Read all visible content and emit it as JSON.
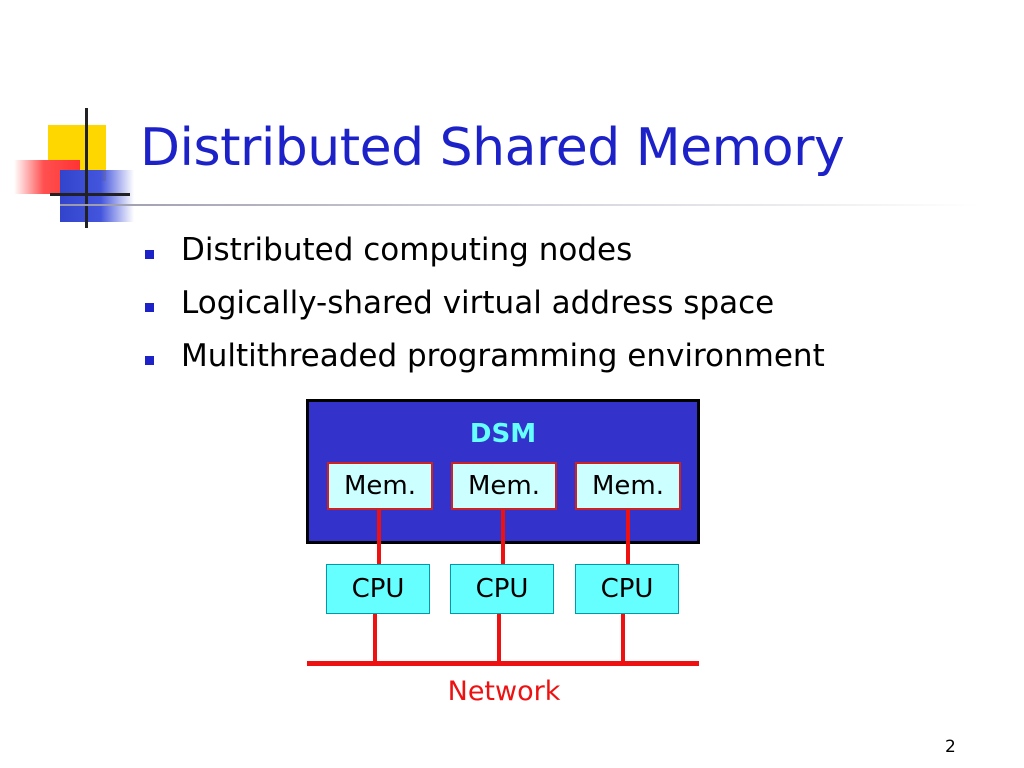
{
  "slide": {
    "title": "Distributed Shared Memory",
    "bullets": [
      "Distributed computing nodes",
      "Logically-shared virtual address space",
      "Multithreaded programming environment"
    ],
    "page_number": "2"
  },
  "diagram": {
    "dsm_label": "DSM",
    "memory_labels": [
      "Mem.",
      "Mem.",
      "Mem."
    ],
    "cpu_labels": [
      "CPU",
      "CPU",
      "CPU"
    ],
    "network_label": "Network"
  },
  "colors": {
    "title": "#1d22c8",
    "dsm_fill": "#3333cc",
    "dsm_label": "#66ffff",
    "memory_fill": "#ccffff",
    "cpu_fill": "#66ffff",
    "network": "#ee1111"
  }
}
